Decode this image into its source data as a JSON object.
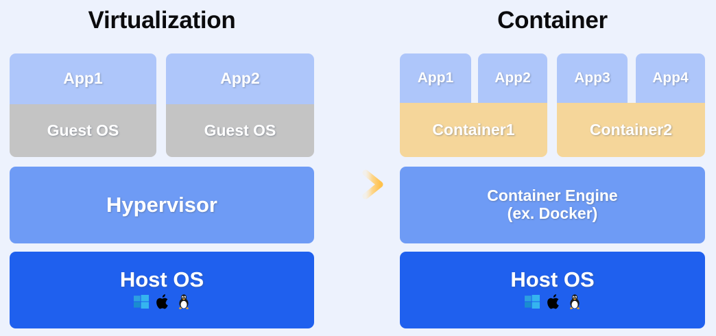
{
  "diagram": {
    "background_color": "#edf2fd",
    "columns": [
      {
        "id": "virtualization",
        "title": "Virtualization",
        "layers": [
          {
            "id": "vm-row",
            "units": [
              {
                "app": "App1",
                "os": "Guest OS"
              },
              {
                "app": "App2",
                "os": "Guest OS"
              }
            ]
          },
          {
            "id": "hypervisor",
            "label": "Hypervisor"
          },
          {
            "id": "host-os",
            "label": "Host OS",
            "os_icons": [
              "windows-icon",
              "apple-icon",
              "linux-tux-icon"
            ]
          }
        ]
      },
      {
        "id": "container",
        "title": "Container",
        "layers": [
          {
            "id": "container-row",
            "units": [
              {
                "apps": [
                  "App1",
                  "App2"
                ],
                "container": "Container1"
              },
              {
                "apps": [
                  "App3",
                  "App4"
                ],
                "container": "Container2"
              }
            ]
          },
          {
            "id": "engine",
            "label_line1": "Container Engine",
            "label_line2": "(ex. Docker)"
          },
          {
            "id": "host-os",
            "label": "Host OS",
            "os_icons": [
              "windows-icon",
              "apple-icon",
              "linux-tux-icon"
            ]
          }
        ]
      }
    ],
    "connector": {
      "name": "right-arrow",
      "direction": "right",
      "color_start": "#fbeccd",
      "color_end": "#ffc24d"
    },
    "colors": {
      "app": "#aec6fa",
      "guest_os": "#c4c4c4",
      "container": "#f5d69a",
      "hypervisor": "#6e9bf5",
      "container_engine": "#6e9bf5",
      "host_os": "#1f60ee",
      "title_text": "#0b0b0d",
      "block_text": "#ffffff"
    }
  }
}
